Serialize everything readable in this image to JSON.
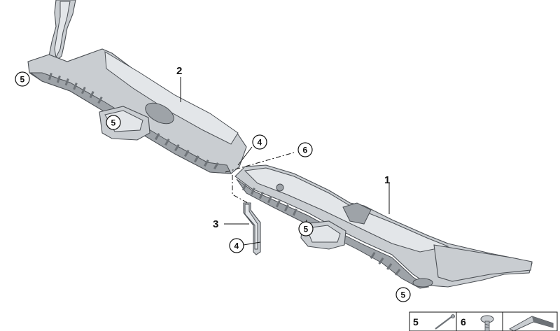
{
  "callouts": {
    "c1": "1",
    "c2": "2",
    "c3": "3",
    "c4a": "4",
    "c4b": "4",
    "c5a": "5",
    "c5b": "5",
    "c5c": "5",
    "c5d": "5",
    "c6": "6"
  },
  "legend": {
    "cell5": "5",
    "cell6": "6"
  }
}
